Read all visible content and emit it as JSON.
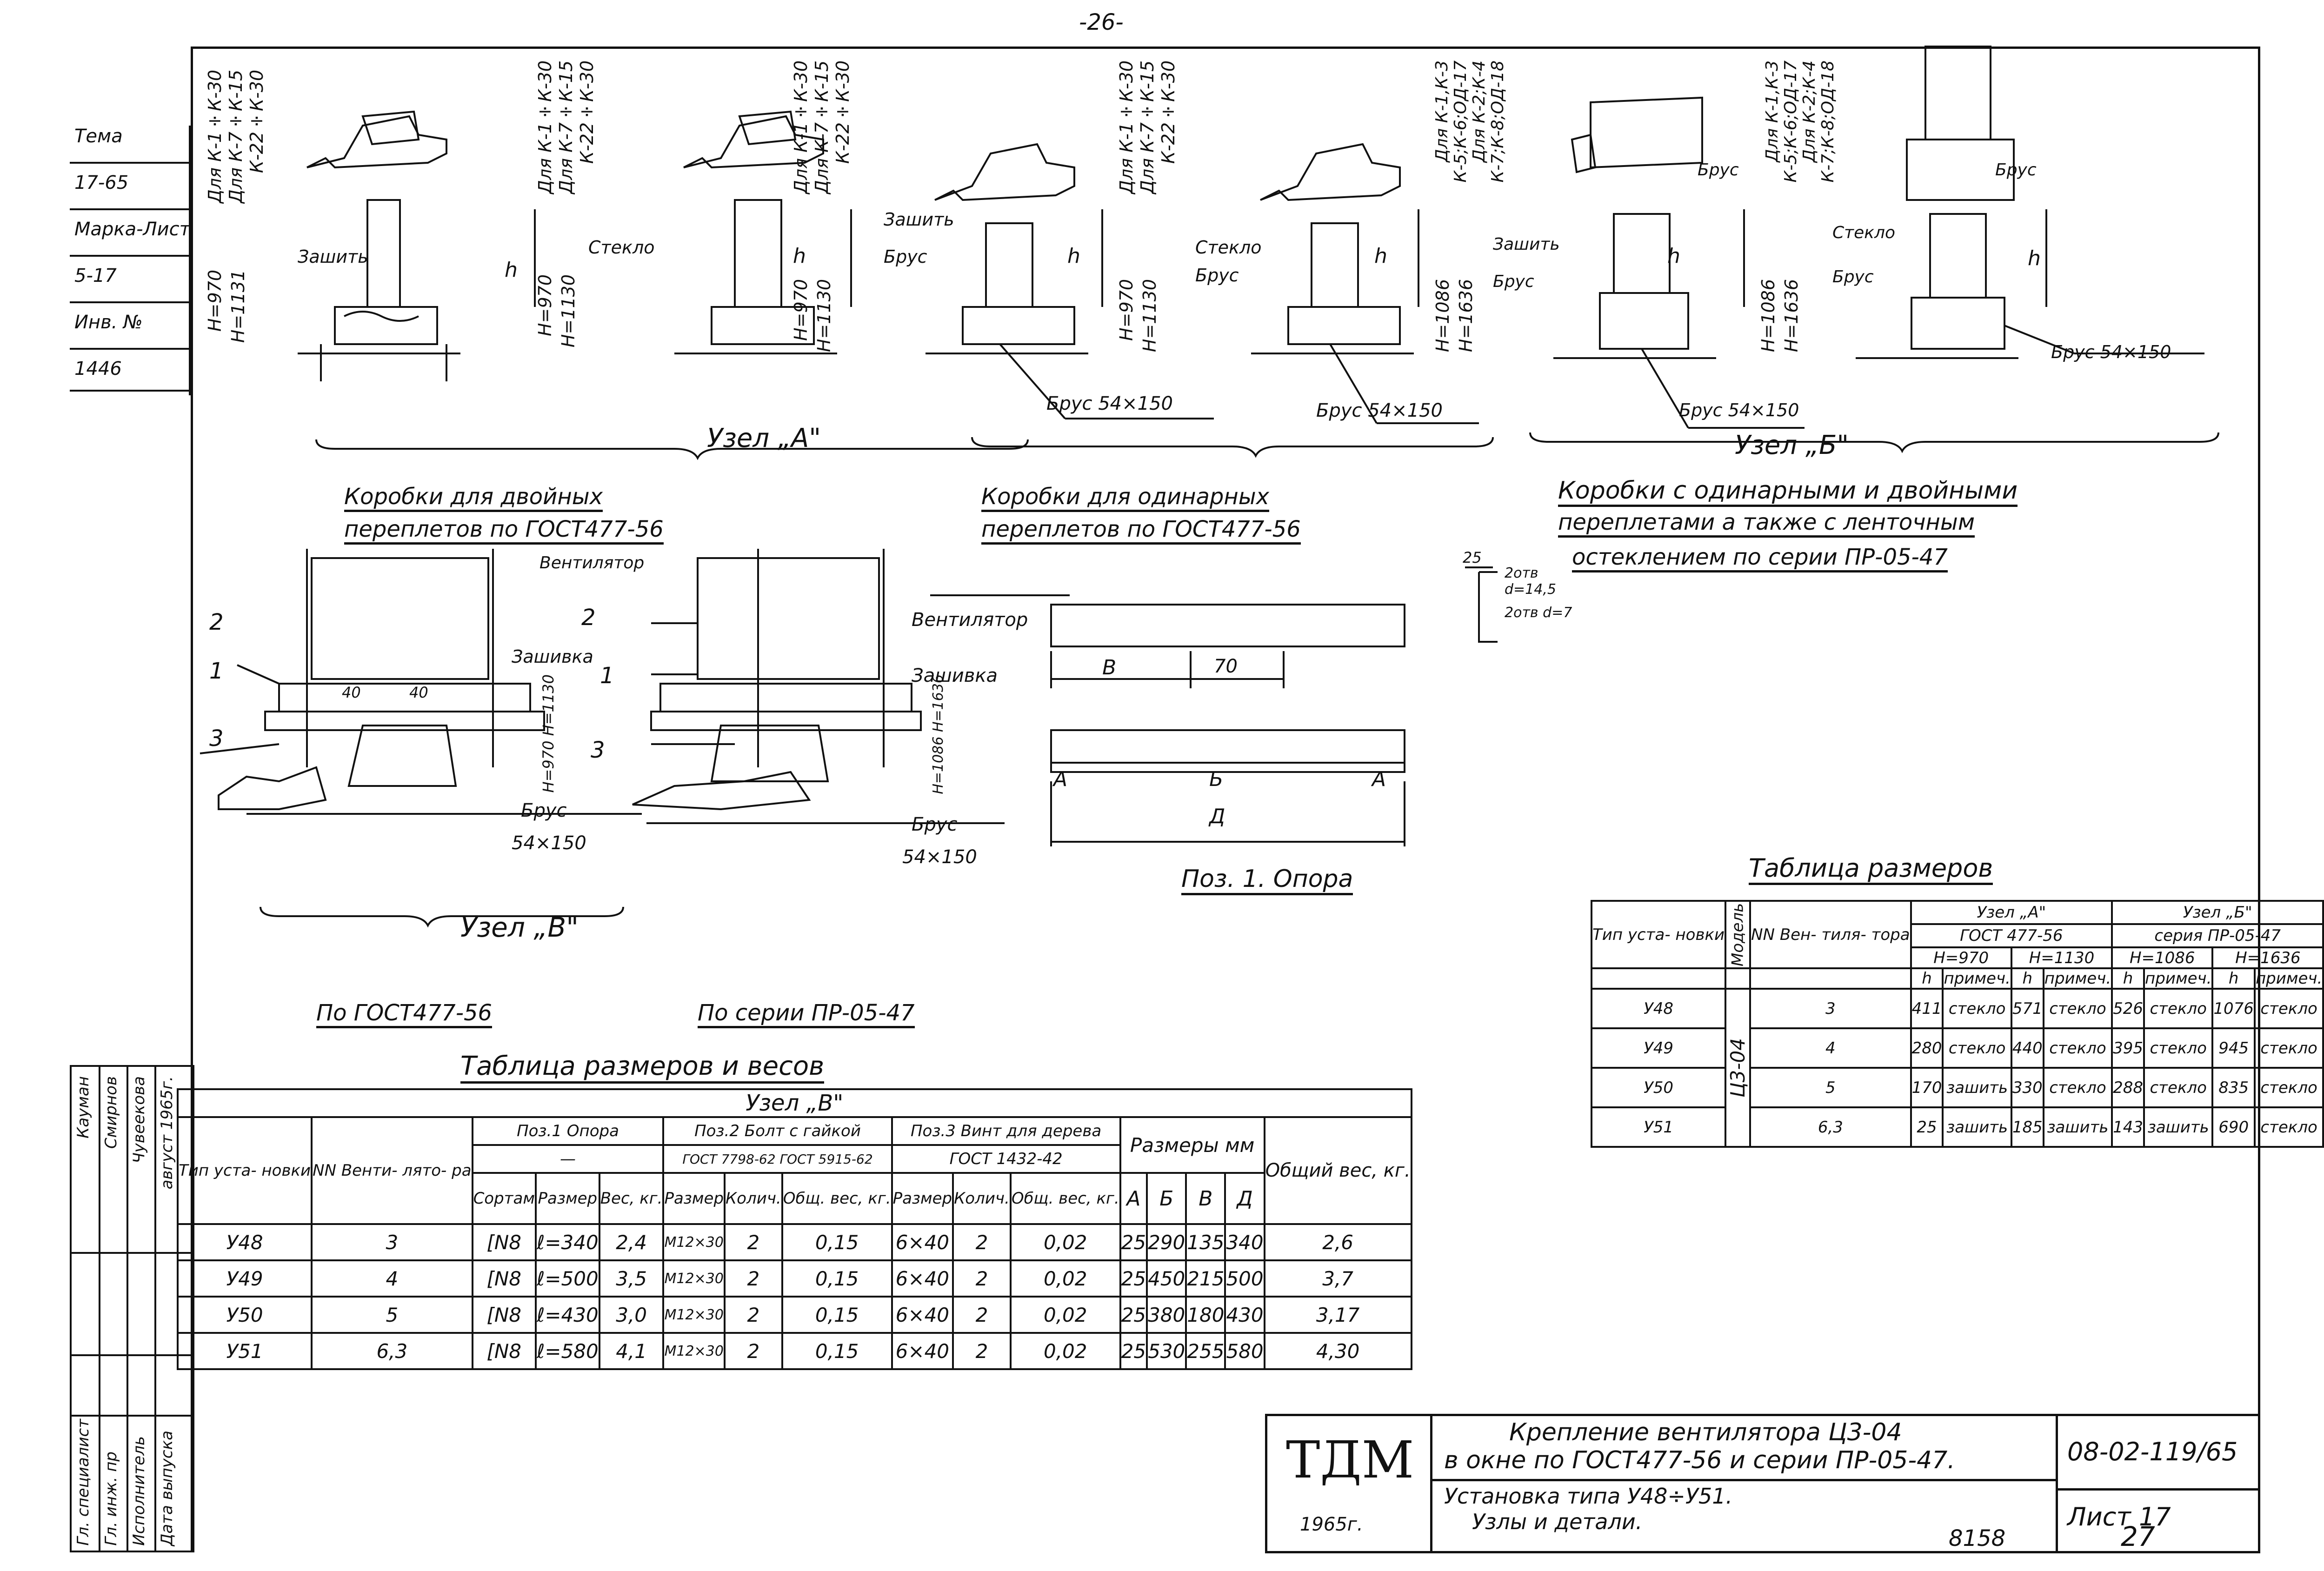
{
  "page_number": "-26-",
  "sheet_page": "27",
  "archive_number": "8158",
  "side_stamp": [
    "Тема",
    "17-65",
    "Марка-Лист",
    "5-17",
    "Инв. №",
    "1446"
  ],
  "node_a": {
    "labels_1": [
      "Для К-1÷К-30",
      "Для К-7÷К-15",
      "К-22÷К-30"
    ],
    "H1": "Н=970",
    "H2": "Н=1131",
    "H3": "Н=970",
    "H4": "Н=1130",
    "zashit": "Зашить",
    "steklo": "Стекло",
    "brus": "Брус",
    "h": "h",
    "brus_size": "Брус 54×150",
    "caption": "Узел „А\""
  },
  "node_b": {
    "labels_1": [
      "Для К-1,К-3",
      "К-5;К-6;ОД-17",
      "Для К-2;К-4",
      "К-7;К-8;ОД-18"
    ],
    "H1": "Н=1086",
    "H2": "Н=1636",
    "caption": "Узел „Б\""
  },
  "captions": {
    "double": [
      "Коробки для двойных",
      "переплетов по ГОСТ477-56"
    ],
    "single": [
      "Коробки для одинарных",
      "переплетов по ГОСТ477-56"
    ],
    "combined": [
      "Коробки с одинарными и двойными",
      "переплетами а также с ленточным",
      "остеклением по серии ПР-05-47"
    ]
  },
  "node_v": {
    "ventilator": "Вентилятор",
    "zashivka": "Зашивка",
    "nums": [
      "1",
      "2",
      "3"
    ],
    "dim40": "40",
    "H_970_1130": "Н=970  Н=1130",
    "H_1086_1636": "Н=1086  Н=1636",
    "brus": "Брус",
    "brus_size": "54×150",
    "caption": "Узел „В\"",
    "by_gost": "По ГОСТ477-56",
    "by_series": "По серии ПР-05-47"
  },
  "detail": {
    "v": "В",
    "d70": "70",
    "a": "А",
    "b": "Б",
    "d": "Д",
    "caption": "Поз. 1. Опора",
    "profile_25": "25",
    "profile_notes": [
      "2отв",
      "d=14,5",
      "2отв d=7"
    ]
  },
  "table_weights": {
    "title": "Таблица размеров и весов",
    "node": "Узел „В\"",
    "headers": {
      "type": "Тип уста- новки",
      "nn": "NN Венти- лято- ра",
      "pos1": "Поз.1 Опора",
      "pos1_sub": [
        "Сортам",
        "Размер",
        "Вес, кг."
      ],
      "pos2": "Поз.2 Болт с гайкой",
      "pos2_gost": "ГОСТ 7798-62 ГОСТ 5915-62",
      "pos2_sub": [
        "Размер",
        "Колич.",
        "Общ. вес, кг."
      ],
      "pos3": "Поз.3 Винт для дерева",
      "pos3_gost": "ГОСТ 1432-42",
      "pos3_sub": [
        "Размер",
        "Колич.",
        "Общ. вес, кг."
      ],
      "sizes": "Размеры мм",
      "sizes_sub": [
        "А",
        "Б",
        "В",
        "Д"
      ],
      "total": "Общий вес, кг."
    },
    "rows": [
      [
        "У48",
        "3",
        "[N8",
        "ℓ=340",
        "2,4",
        "М12×30",
        "2",
        "0,15",
        "6×40",
        "2",
        "0,02",
        "25",
        "290",
        "135",
        "340",
        "2,6"
      ],
      [
        "У49",
        "4",
        "[N8",
        "ℓ=500",
        "3,5",
        "М12×30",
        "2",
        "0,15",
        "6×40",
        "2",
        "0,02",
        "25",
        "450",
        "215",
        "500",
        "3,7"
      ],
      [
        "У50",
        "5",
        "[N8",
        "ℓ=430",
        "3,0",
        "М12×30",
        "2",
        "0,15",
        "6×40",
        "2",
        "0,02",
        "25",
        "380",
        "180",
        "430",
        "3,17"
      ],
      [
        "У51",
        "6,3",
        "[N8",
        "ℓ=580",
        "4,1",
        "М12×30",
        "2",
        "0,15",
        "6×40",
        "2",
        "0,02",
        "25",
        "530",
        "255",
        "580",
        "4,30"
      ]
    ]
  },
  "table_sizes": {
    "title": "Таблица размеров",
    "headers": {
      "type": "Тип уста- новки",
      "model": "Модель",
      "nn": "NN Вен- тиля- тора",
      "node_a": "Узел „А\"",
      "node_b": "Узел „Б\"",
      "gost": "ГОСТ 477-56",
      "series": "серия ПР-05-47",
      "h970": "Н=970",
      "h1130": "Н=1130",
      "h1086": "Н=1086",
      "h1636": "Н=1636",
      "h": "h",
      "note": "примеч."
    },
    "model_value": "Ц3-04",
    "rows": [
      [
        "У48",
        "3",
        "411",
        "стекло",
        "571",
        "стекло",
        "526",
        "стекло",
        "1076",
        "стекло"
      ],
      [
        "У49",
        "4",
        "280",
        "стекло",
        "440",
        "стекло",
        "395",
        "стекло",
        "945",
        "стекло"
      ],
      [
        "У50",
        "5",
        "170",
        "зашить",
        "330",
        "стекло",
        "288",
        "стекло",
        "835",
        "стекло"
      ],
      [
        "У51",
        "6,3",
        "25",
        "зашить",
        "185",
        "зашить",
        "143",
        "зашить",
        "690",
        "стекло"
      ]
    ]
  },
  "left_stamp": {
    "roles": [
      "Гл. специалист",
      "Гл. инж. пр",
      "Исполнитель",
      "Дата выпуска"
    ],
    "names": [
      "Кауман",
      "Смирнов",
      "Чувеекова"
    ],
    "date": "август 1965г."
  },
  "title_block": {
    "logo": "ТДМ",
    "year": "1965г.",
    "title_1": "Крепление вентилятора Ц3-04",
    "title_2": "в окне по ГОСТ477-56 и серии ПР-05-47.",
    "subtitle_1": "Установка типа У48÷У51.",
    "subtitle_2": "Узлы и детали.",
    "code": "08-02-119/65",
    "sheet": "Лист 17"
  }
}
